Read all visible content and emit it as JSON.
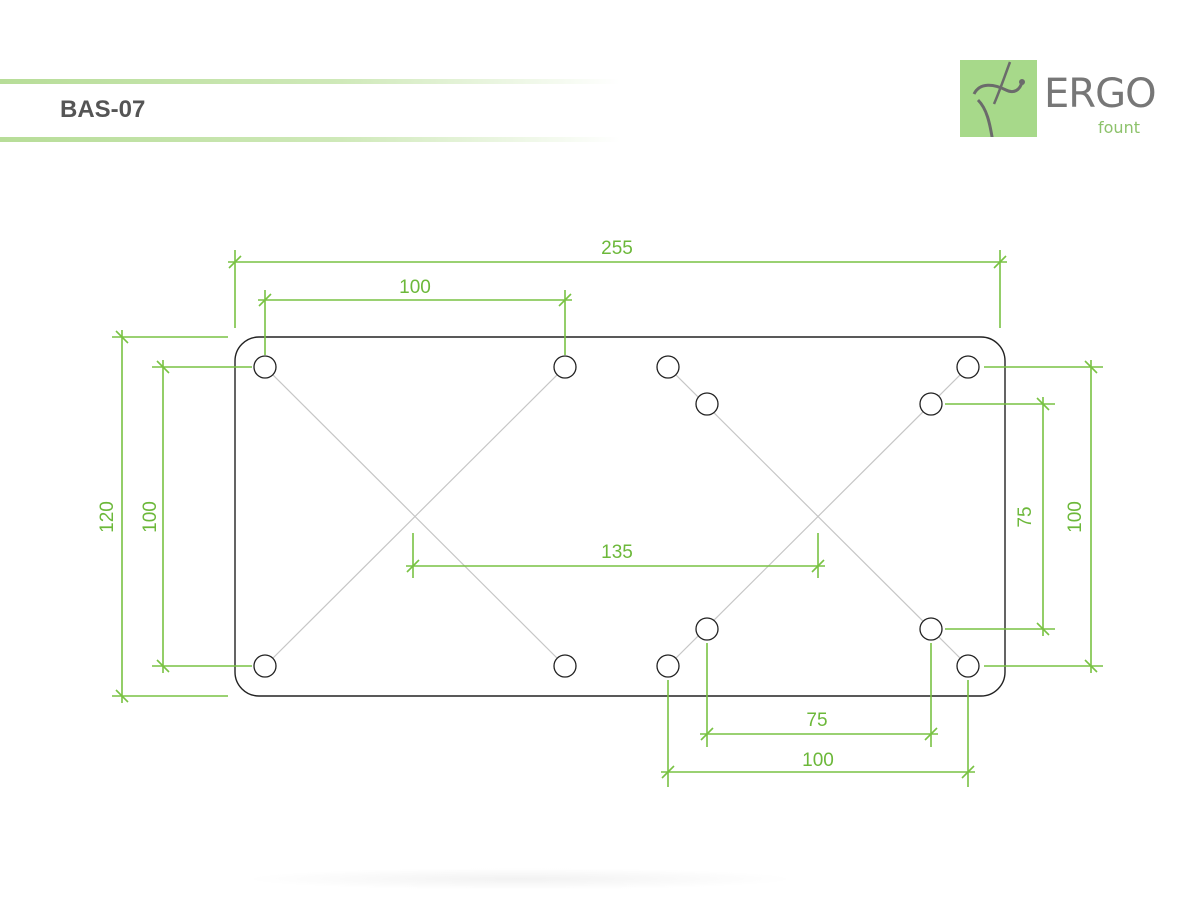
{
  "header": {
    "title": "BAS-07"
  },
  "logo": {
    "name": "ERGO",
    "sub": "fount",
    "icon": "ergofount-logo-icon"
  },
  "colors": {
    "accent": "#79c243",
    "band": "#b7dd98",
    "logo_box": "#a7d98a",
    "outline": "#222222"
  },
  "dimensions": {
    "overall_width": "255",
    "top_spacing": "100",
    "overall_height": "120",
    "left_vertical": "100",
    "center_distance": "135",
    "right_inner_vertical": "75",
    "right_outer_vertical": "100",
    "bottom_inner": "75",
    "bottom_outer": "100"
  }
}
